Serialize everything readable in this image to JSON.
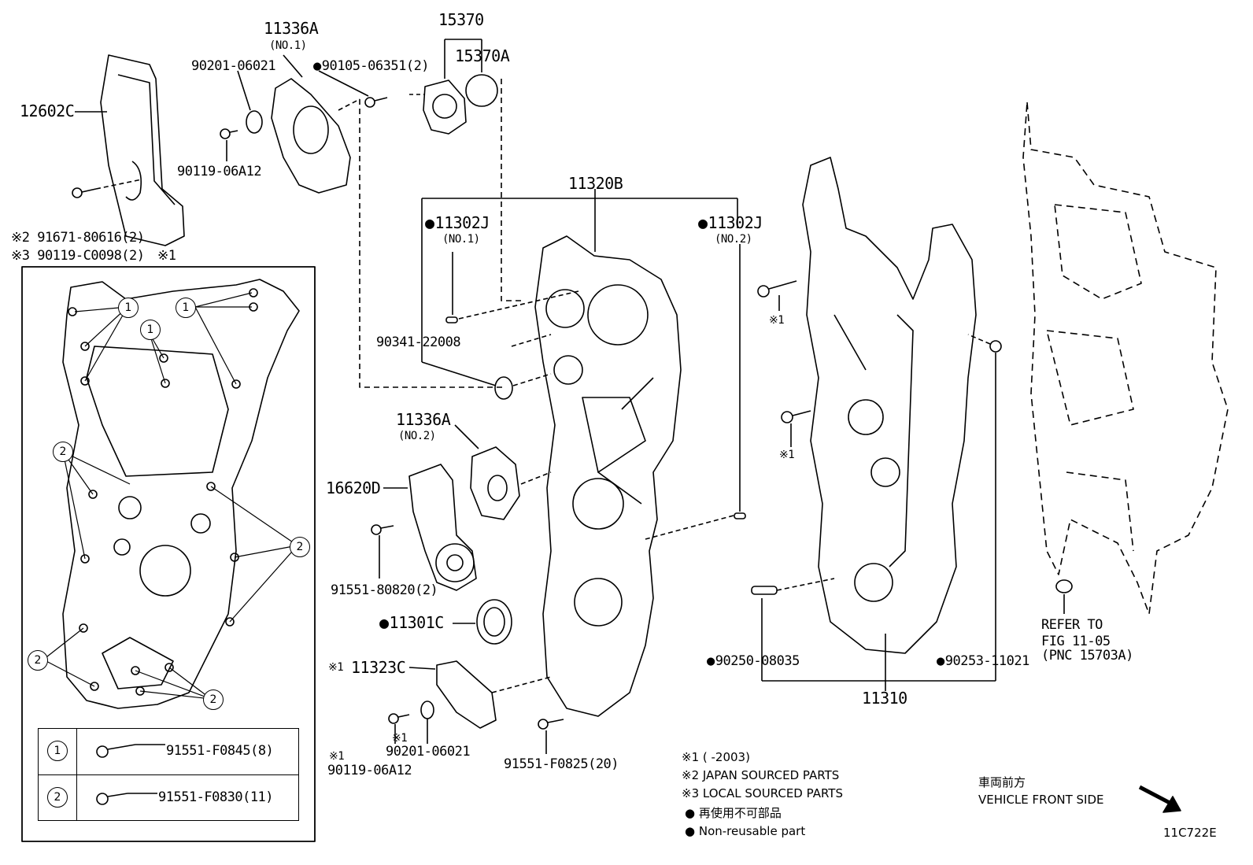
{
  "labels": {
    "p11336A_1": "11336A",
    "p11336A_1_sub": "(NO.1)",
    "p15370": "15370",
    "p15370A": "15370A",
    "p90201_top": "90201-06021",
    "p90105": "90105-06351(2)",
    "p12602C": "12602C",
    "p90119_top": "90119-06A12",
    "p91671": "※2 91671-80616(2)",
    "p90119_c": "※3 90119-C0098(2)",
    "p_ref1_top": "※1",
    "p11320B": "11320B",
    "p11302J_1": "11302J",
    "p11302J_1_sub": "(NO.1)",
    "p11302J_2": "11302J",
    "p11302J_2_sub": "(NO.2)",
    "p90341": "90341-22008",
    "p11336A_2": "11336A",
    "p11336A_2_sub": "(NO.2)",
    "p16620D": "16620D",
    "p91551_8": "91551-80820(2)",
    "p11301C": "11301C",
    "p11323C": "11323C",
    "p11323C_ref": "※1",
    "p90119_bot_ref": "※1",
    "p90119_bot": "90119-06A12",
    "p90201_bot_ref": "※1",
    "p90201_bot": "90201-06021",
    "p91551_f0825": "91551-F0825(20)",
    "p_bolt_ref_a": "※1",
    "p_bolt_ref_b": "※1",
    "p90250": "90250-08035",
    "p90253": "90253-11021",
    "p11310": "11310",
    "p_refer_1": "REFER TO",
    "p_refer_2": "FIG 11-05",
    "p_refer_3": "(PNC 15703A)",
    "diagram_code": "11C722E"
  },
  "legend_table": {
    "row1_num": "1",
    "row1_part": "91551-F0845(8)",
    "row2_num": "2",
    "row2_part": "91551-F0830(11)"
  },
  "bolt_markers": [
    "1",
    "1",
    "1",
    "2",
    "2",
    "2",
    "2"
  ],
  "notes": {
    "n1": "※1 (      -2003)",
    "n2": "※2 JAPAN SOURCED PARTS",
    "n3": "※3 LOCAL SOURCED PARTS",
    "n4": "● 再使用不可部品",
    "n5": "● Non-reusable part"
  },
  "direction": {
    "jp": "車両前方",
    "en": "VEHICLE FRONT SIDE"
  }
}
